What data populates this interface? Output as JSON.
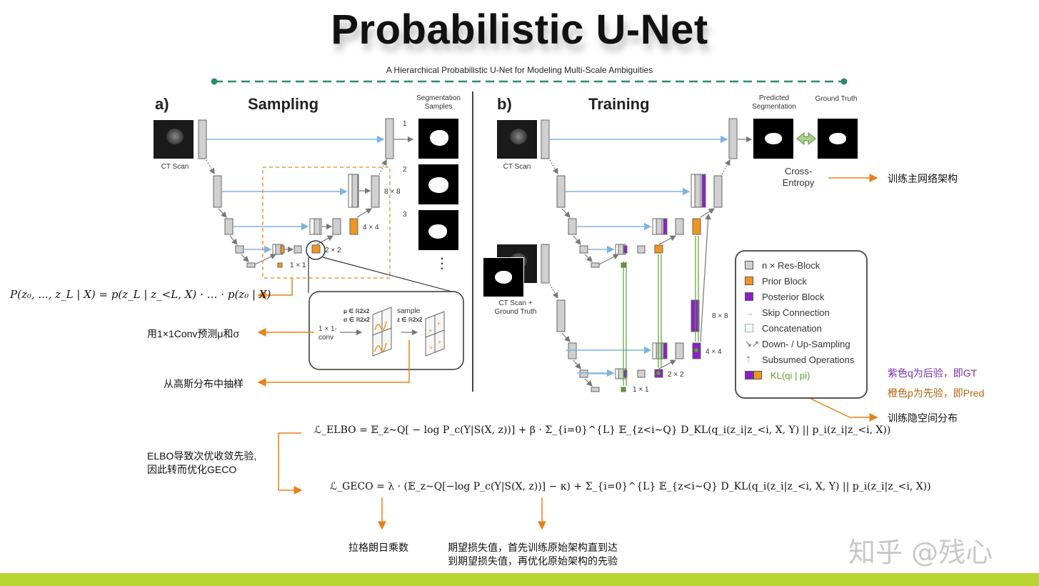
{
  "title": "Probabilistic U-Net",
  "subtitle": "A Hierarchical Probabilistic U-Net for Modeling Multi-Scale Ambiguities",
  "panel_a": {
    "letter": "a)",
    "title": "Sampling",
    "ct_label": "CT Scan",
    "seg_header": "Segmentation Samples",
    "sample_numbers": [
      "1",
      "2",
      "3"
    ],
    "ellipsis": "⋮",
    "res_8": "8 × 8",
    "res_4": "4 × 4",
    "res_2": "2 × 2",
    "res_1": "1 × 1",
    "inset": {
      "conv_label": "1 × 1-\nconv",
      "mu_label": "μ ∈ ℝ2x2",
      "sigma_label": "σ ∈ ℝ2x2",
      "sample_label": "sample",
      "z_label": "z ∈ ℝ2x2"
    }
  },
  "panel_b": {
    "letter": "b)",
    "title": "Training",
    "ct_label": "CT Scan",
    "ct_gt_label": "CT Scan +\nGround Truth",
    "pred_header": "Predicted\nSegmentation",
    "gt_header": "Ground Truth",
    "loss_label": "Cross-\nEntropy",
    "res_8": "8 × 8",
    "res_4": "4 × 4",
    "res_2": "2 × 2",
    "res_1": "1 × 1"
  },
  "legend": {
    "items": [
      {
        "label": "n × Res-Block",
        "icon": "res-block-icon",
        "color": "#d0d0d0"
      },
      {
        "label": "Prior Block",
        "icon": "prior-block-icon",
        "color": "#f0961e"
      },
      {
        "label": "Posterior Block",
        "icon": "posterior-block-icon",
        "color": "#8a1fc7"
      },
      {
        "label": "Skip Connection",
        "icon": "skip-arrow-icon",
        "color": "#7fb3e0"
      },
      {
        "label": "Concatenation",
        "icon": "concat-icon",
        "color": "#ffffff"
      },
      {
        "label": "Down- / Up-Sampling",
        "icon": "updown-arrow-icon",
        "color": "#666666"
      },
      {
        "label": "Subsumed Operations",
        "icon": "subsumed-arrow-icon",
        "color": "#999999"
      },
      {
        "label": "KL(qi | pi)",
        "icon": "kl-icon",
        "color": "#5aa02c"
      }
    ]
  },
  "annotations": {
    "likelihood_formula": "P(z₀, ..., z_L | X) = p(z_L | z_<L, X) · … · p(z₀ | X)",
    "conv_note": "用1×1Conv预测μ和σ",
    "sample_note": "从高斯分布中抽样",
    "train_main": "训练主网络架构",
    "q_note": "紫色q为后验，即GT",
    "p_note": "橙色p为先验，即Pred",
    "train_latent": "训练隐空间分布",
    "elbo_note_line1": "ELBO导致次优收敛先验,",
    "elbo_note_line2": "因此转而优化GECO",
    "lagrange_note": "拉格朗日乘数",
    "expect_note_line1": "期望损失值，首先训练原始架构直到达",
    "expect_note_line2": "到期望损失值，再优化原始架构的先验"
  },
  "formulas": {
    "elbo": "ℒ_ELBO = 𝔼_z∼Q[ − log P_c(Y|S(X, z))] + β · Σ_{i=0}^{L} 𝔼_{z<i∼Q} D_KL(q_i(z_i|z_<i, X, Y) || p_i(z_i|z_<i, X))",
    "geco": "ℒ_GECO = λ · (𝔼_z∼Q[−log P_c(Y|S(X, z))] − κ) + Σ_{i=0}^{L} 𝔼_{z<i∼Q} D_KL(q_i(z_i|z_<i, X, Y) || p_i(z_i|z_<i, X))"
  },
  "watermark": "知乎 @残心",
  "colors": {
    "accent_orange": "#e8801a",
    "teal_dash": "#2e8a6e",
    "skip_blue": "#7fb3e0",
    "footer_green": "#b7d433"
  }
}
